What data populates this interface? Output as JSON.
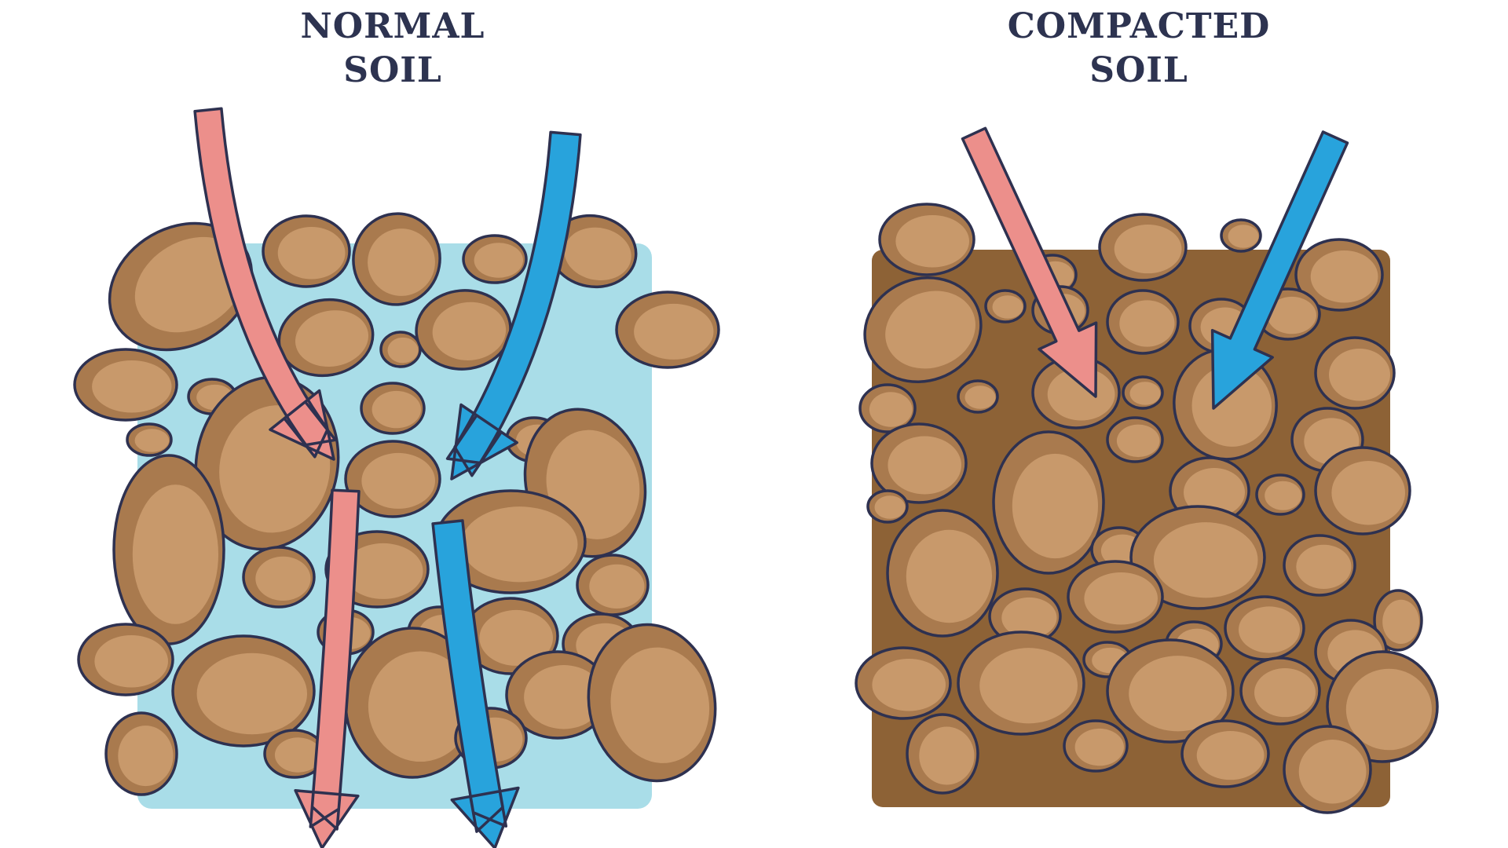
{
  "panels": [
    {
      "title_line1": "NORMAL",
      "title_line2": "SOIL"
    },
    {
      "title_line1": "COMPACTED",
      "title_line2": "SOIL"
    }
  ],
  "colors": {
    "title": "#2d3350",
    "outline": "#2e3150",
    "stone_fill": "#a97a4e",
    "stone_highlight": "#c8996b",
    "water_background": "#a9dde8",
    "compacted_background": "#8d6236",
    "air_arrow": "#ec8f8b",
    "water_arrow": "#28a3dc"
  }
}
